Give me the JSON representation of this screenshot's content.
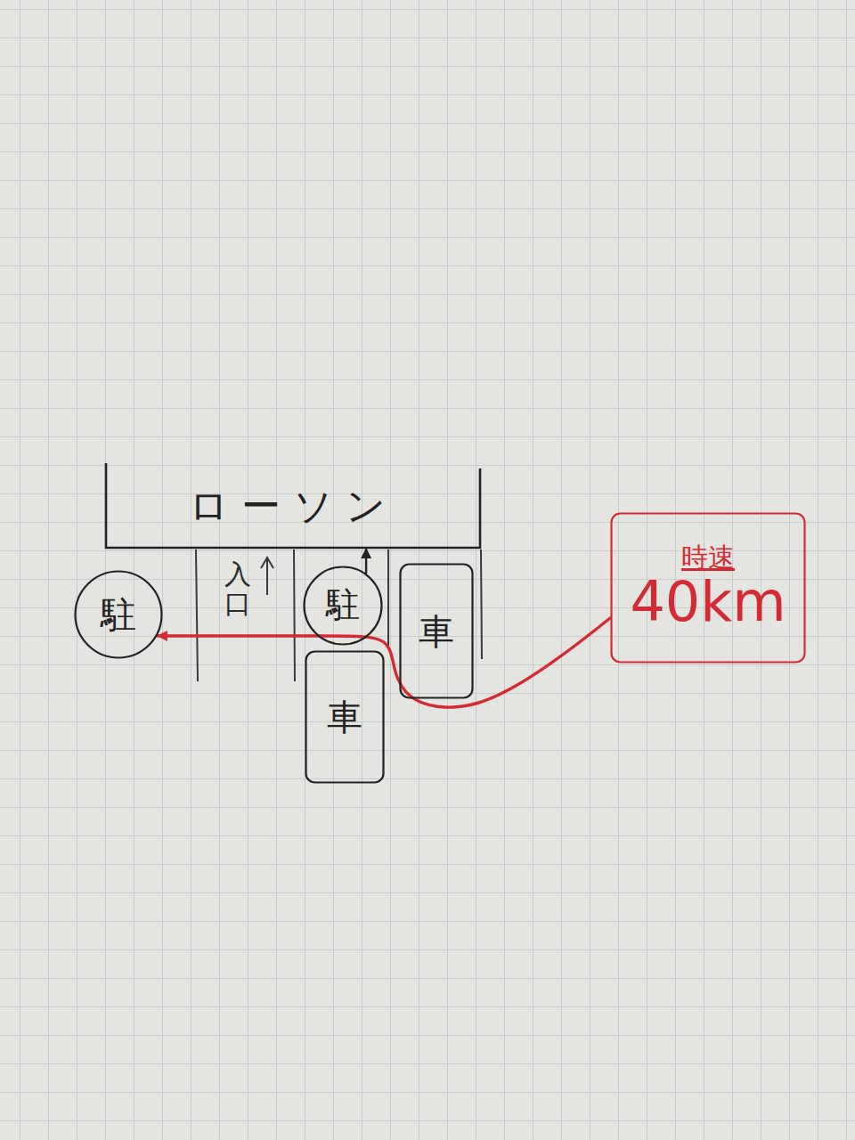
{
  "diagram": {
    "nodes": [
      {
        "text": [
          "ローソン"
        ]
      },
      {
        "text": [
          "駐"
        ]
      },
      {
        "text": [
          "駐"
        ]
      },
      {
        "text": [
          "車"
        ]
      },
      {
        "text": [
          "車"
        ]
      },
      {
        "text": [
          "時速",
          "40km"
        ]
      }
    ],
    "edges": [
      {
        "from": 5,
        "to": 1,
        "arrow": "to"
      },
      {
        "from": 2,
        "to": 0,
        "arrow": "to"
      }
    ],
    "labels": [
      "入口"
    ]
  }
}
